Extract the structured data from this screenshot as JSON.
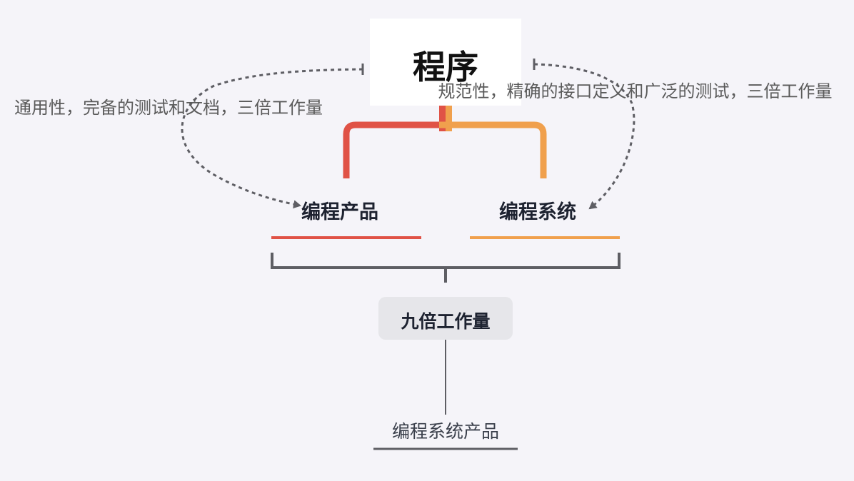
{
  "root": {
    "label": "程序"
  },
  "branches": [
    {
      "label": "编程产品",
      "color": "#e05246"
    },
    {
      "label": "编程系统",
      "color": "#f0a04d"
    }
  ],
  "notes": {
    "left": "通用性，完备的测试和文档，三倍工作量",
    "right": "规范性，精确的接口定义和广泛的测试，三倍工作量"
  },
  "result": {
    "label": "九倍工作量"
  },
  "leaf": {
    "label": "编程系统产品"
  },
  "colors": {
    "background": "#f5f4f9",
    "red_branch": "#e05246",
    "orange_branch": "#f0a04d",
    "connector": "#5e5e64",
    "dotted_arrow": "#5e5e64"
  }
}
